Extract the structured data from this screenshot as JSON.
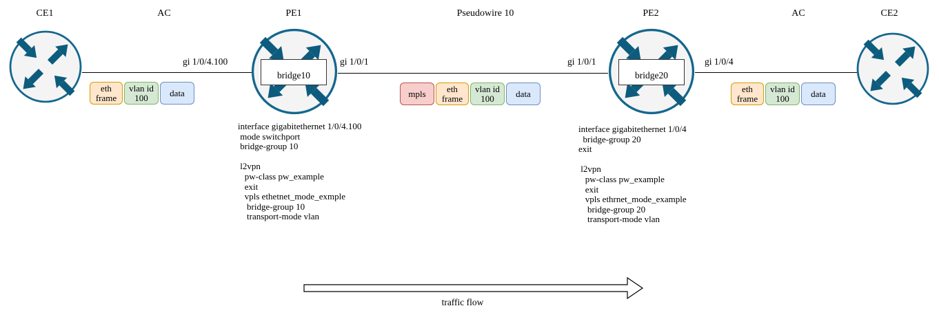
{
  "top_labels": {
    "ce1": "CE1",
    "ac_left": "AC",
    "pe1": "PE1",
    "pseudowire": "Pseudowire 10",
    "pe2": "PE2",
    "ac_right": "AC",
    "ce2": "CE2"
  },
  "nodes": {
    "pe1_bridge": "bridge10",
    "pe2_bridge": "bridge20"
  },
  "interfaces": {
    "pe1_left": "gi 1/0/4.100",
    "pe1_right": "gi 1/0/1",
    "pe2_left": "gi 1/0/1",
    "pe2_right": "gi 1/0/4"
  },
  "frames": {
    "ac_left": [
      {
        "label": "eth\nframe"
      },
      {
        "label": "vlan id\n100"
      },
      {
        "label": "data"
      }
    ],
    "pseudowire": [
      {
        "label": "mpls"
      },
      {
        "label": "eth\nframe"
      },
      {
        "label": "vlan id\n100"
      },
      {
        "label": "data"
      }
    ],
    "ac_right": [
      {
        "label": "eth\nframe"
      },
      {
        "label": "vlan id\n100"
      },
      {
        "label": "data"
      }
    ]
  },
  "configs": {
    "pe1": "interface gigabitethernet 1/0/4.100\n mode switchport\n bridge-group 10\n\n l2vpn\n   pw-class pw_example\n   exit\n   vpls ethetnet_mode_exmple\n    bridge-group 10\n    transport-mode vlan",
    "pe2": "interface gigabitethernet 1/0/4\n  bridge-group 20\nexit\n\n l2vpn\n   pw-class pw_example\n   exit\n   vpls ethrnet_mode_example\n    bridge-group 20\n    transport-mode vlan"
  },
  "traffic": {
    "label": "traffic flow"
  },
  "colors": {
    "router_stroke": "#15678e",
    "router_arrow": "#0d5c7d",
    "router_fill": "#f4f4f4",
    "eth_fill": "#ffe6cc",
    "eth_stroke": "#d79b00",
    "vlan_fill": "#d5e8d4",
    "vlan_stroke": "#82b366",
    "data_fill": "#dae8fc",
    "data_stroke": "#6c8ebf",
    "mpls_fill": "#f8cecc",
    "mpls_stroke": "#b85450"
  }
}
